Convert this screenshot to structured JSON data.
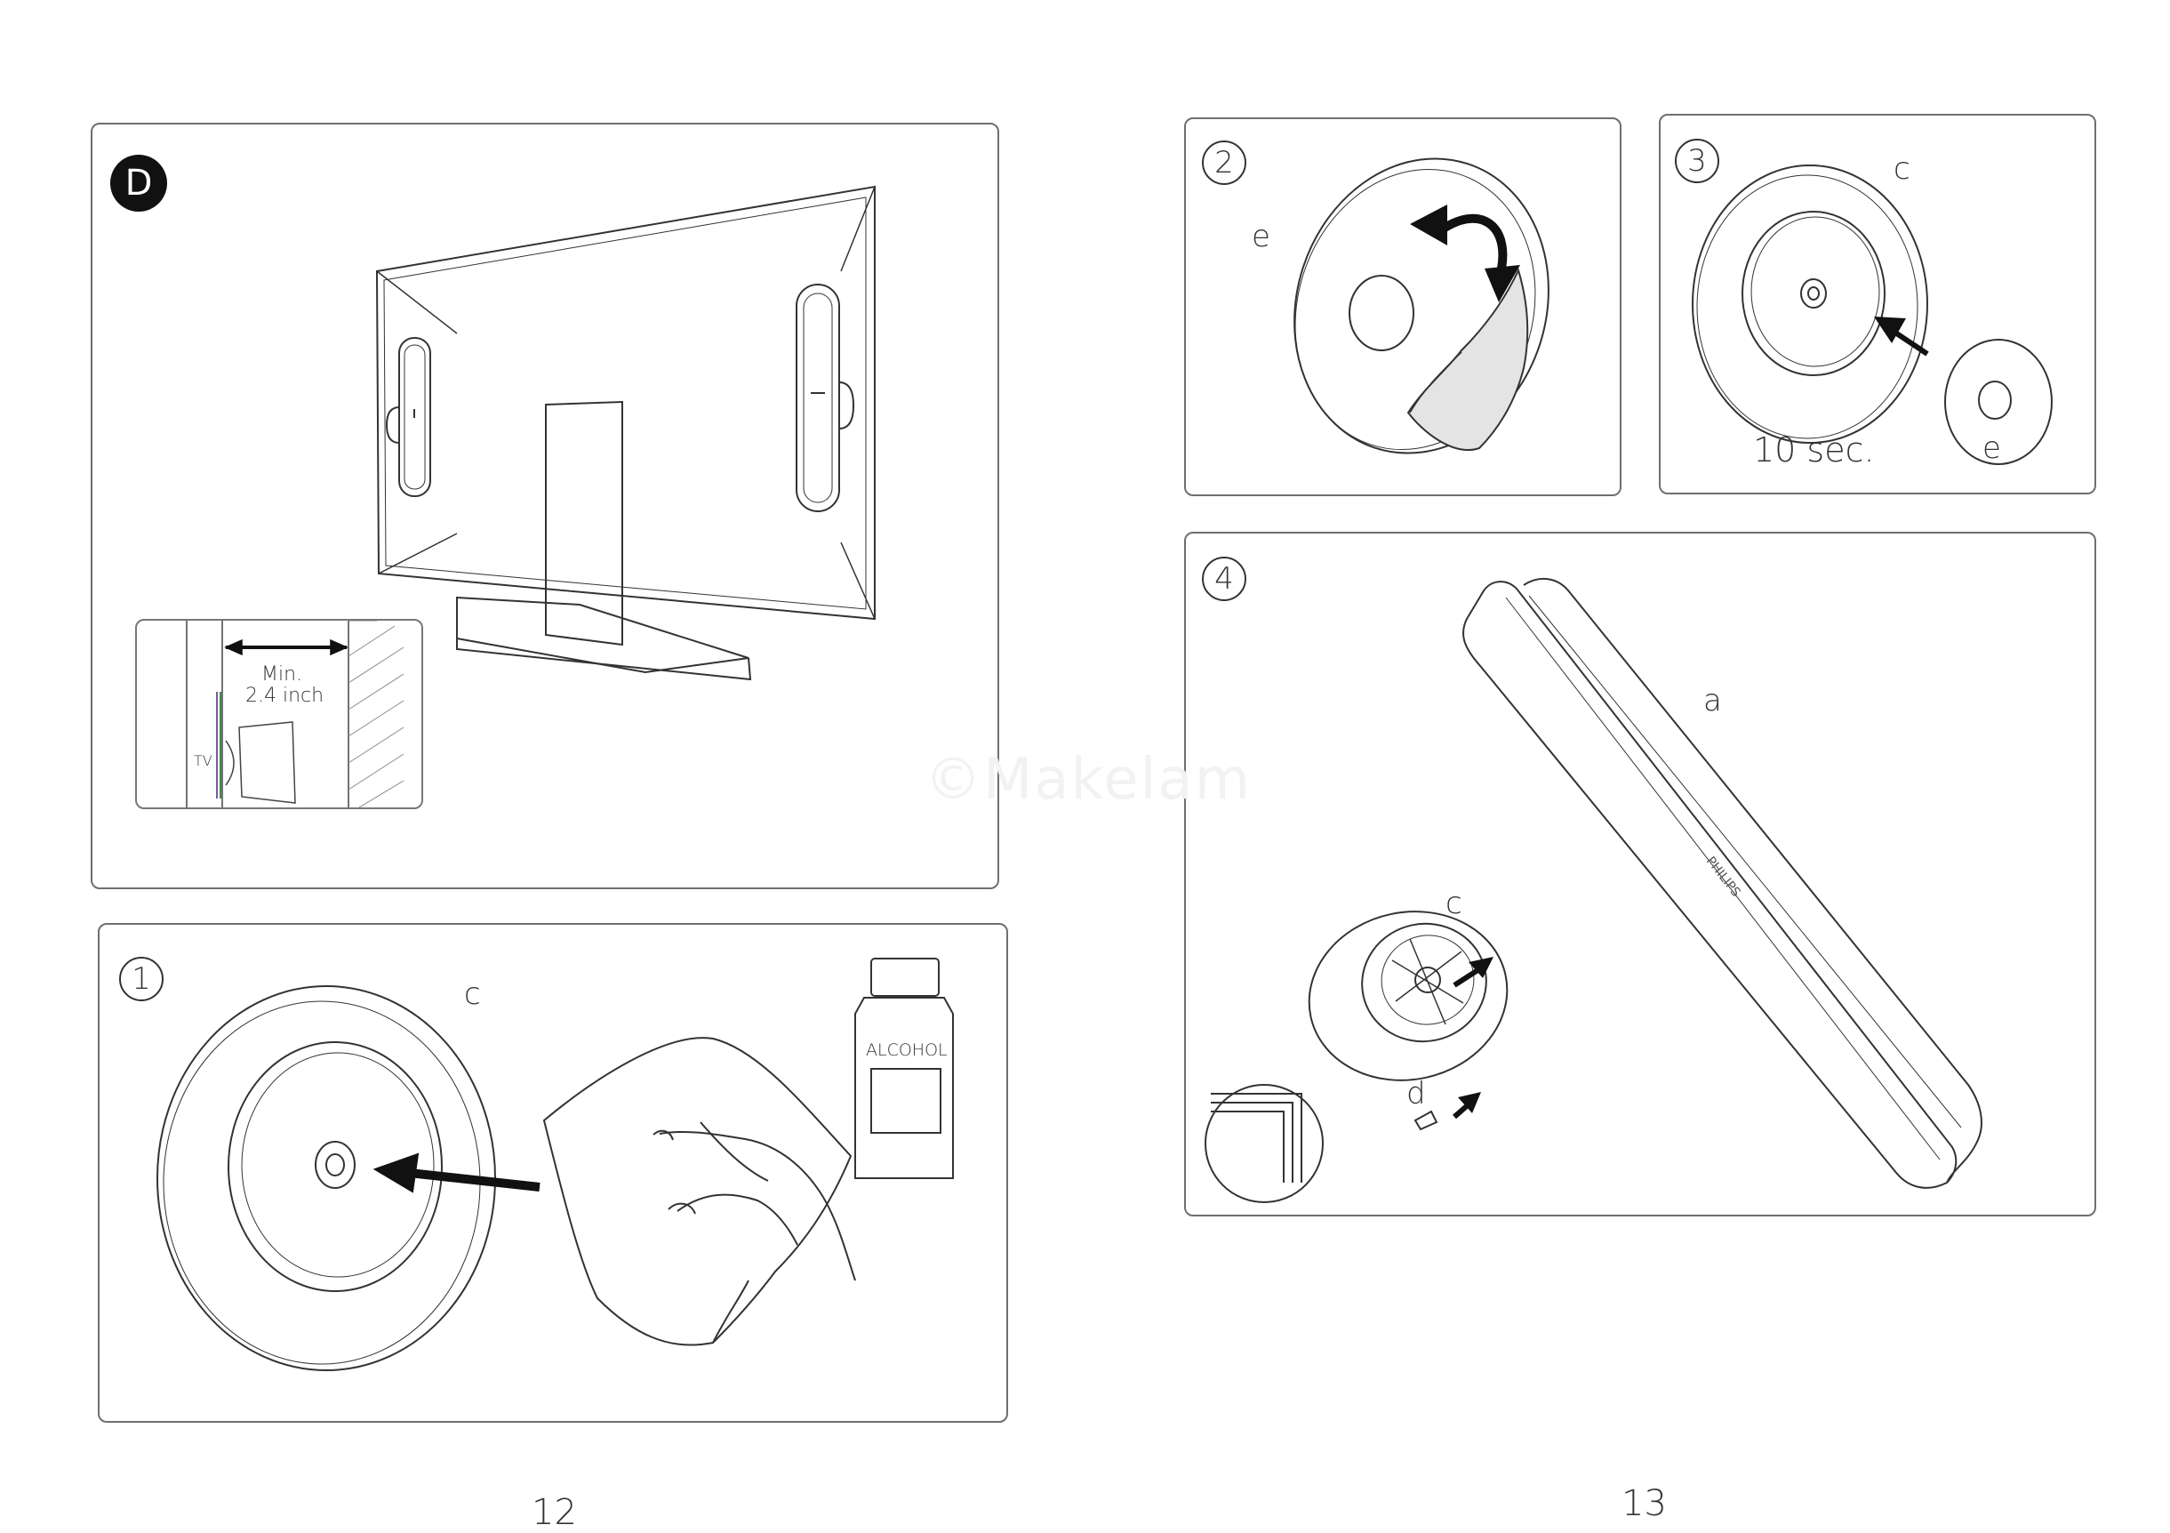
{
  "watermark": "©Makelam",
  "pages": {
    "left_number": "12",
    "right_number": "13"
  },
  "panel_d": {
    "step": "D",
    "inset": {
      "min_label": "Min.",
      "distance_label": "2.4 inch",
      "tv_label": "TV"
    }
  },
  "panel_1": {
    "step": "1",
    "part_label": "c",
    "bottle_label": "ALCOHOL"
  },
  "panel_2": {
    "step": "2",
    "part_label": "e"
  },
  "panel_3": {
    "step": "3",
    "part_c_label": "c",
    "part_e_label": "e",
    "time_label": "10 sec."
  },
  "panel_4": {
    "step": "4",
    "part_a_label": "a",
    "part_c_label": "c",
    "part_d_label": "d"
  },
  "colors": {
    "line": "#333333",
    "frame": "#6f6f6f",
    "badge": "#111111"
  }
}
